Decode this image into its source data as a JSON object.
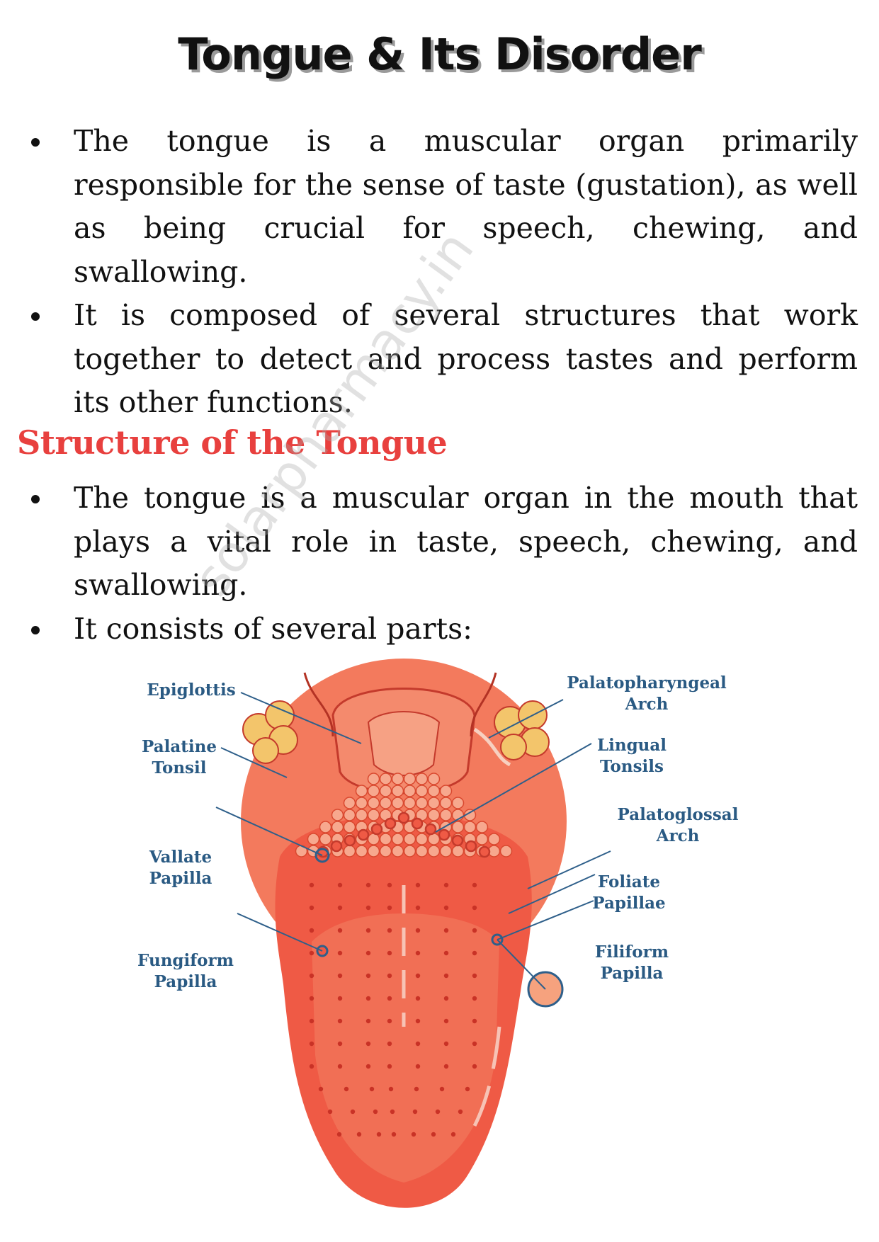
{
  "page": {
    "title": "Tongue & Its Disorder",
    "watermark": "solarpharmacy.in",
    "intro_bullets": [
      "The tongue is a muscular organ primarily responsible for the sense of taste (gustation), as well as being crucial for speech, chewing, and swallowing.",
      "It is composed of several structures that work together to detect and process tastes and perform its other functions."
    ],
    "section_heading": "Structure of the Tongue",
    "structure_bullets": [
      "The tongue is a muscular organ in the mouth that plays a vital role in taste, speech, chewing, and swallowing.",
      "It consists of several parts:"
    ]
  },
  "diagram": {
    "labels": {
      "epiglottis": "Epiglottis",
      "palatine_1": "Palatine",
      "palatine_2": "Tonsil",
      "vallate_1": "Vallate",
      "vallate_2": "Papilla",
      "fungiform_1": "Fungiform",
      "fungiform_2": "Papilla",
      "palatopharyngeal_1": "Palatopharyngeal",
      "palatopharyngeal_2": "Arch",
      "lingual_1": "Lingual",
      "lingual_2": "Tonsils",
      "palatoglossal_1": "Palatoglossal",
      "palatoglossal_2": "Arch",
      "foliate_1": "Foliate",
      "foliate_2": "Papillae",
      "filiform_1": "Filiform",
      "filiform_2": "Papilla"
    },
    "colors": {
      "tongue": "#ef5a45",
      "background_circle": "#f37a5d",
      "tonsil": "#f3c56b",
      "label": "#2a5a83"
    }
  }
}
